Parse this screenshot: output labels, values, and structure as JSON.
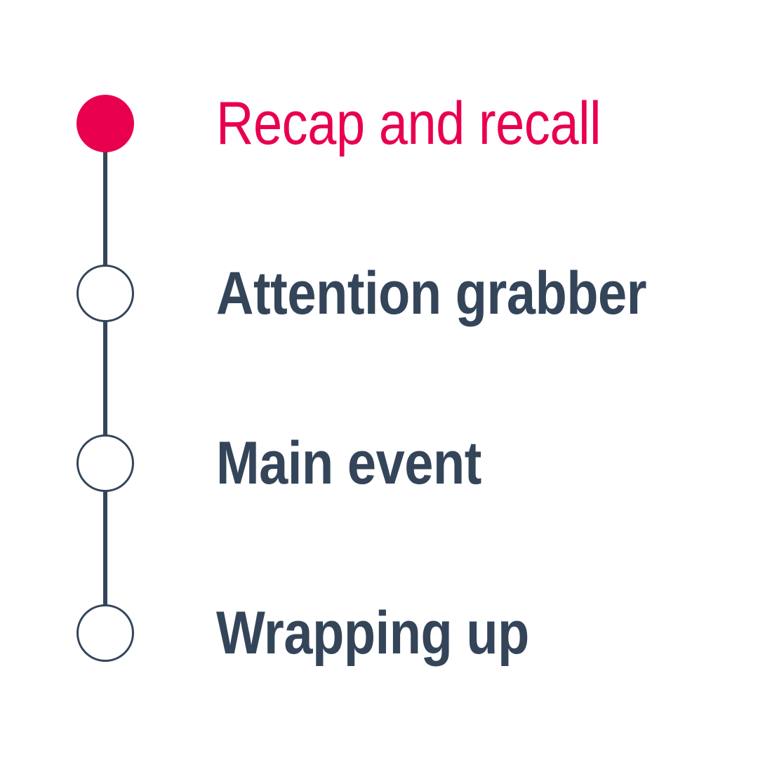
{
  "colors": {
    "active": "#E8004F",
    "inactive": "#34455A"
  },
  "steps": [
    {
      "label": "Recap and recall",
      "state": "active"
    },
    {
      "label": "Attention grabber",
      "state": "inactive"
    },
    {
      "label": "Main event",
      "state": "inactive"
    },
    {
      "label": "Wrapping up",
      "state": "inactive"
    }
  ]
}
